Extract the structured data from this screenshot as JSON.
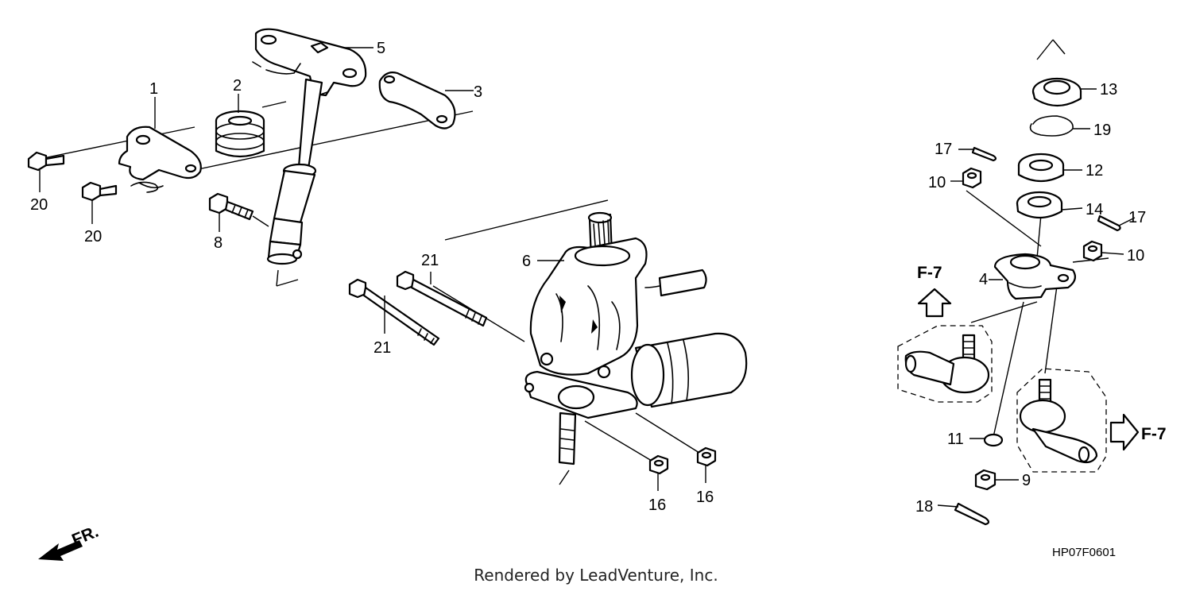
{
  "callouts": {
    "c1": "1",
    "c2": "2",
    "c3": "3",
    "c4": "4",
    "c5": "5",
    "c6": "6",
    "c8": "8",
    "c9": "9",
    "c10a": "10",
    "c10b": "10",
    "c11": "11",
    "c12": "12",
    "c13": "13",
    "c14": "14",
    "c16a": "16",
    "c16b": "16",
    "c17a": "17",
    "c17b": "17",
    "c18": "18",
    "c19": "19",
    "c20a": "20",
    "c20b": "20",
    "c21a": "21",
    "c21b": "21"
  },
  "refs": {
    "upper": "F-7",
    "right": "F-7"
  },
  "front_label": "FR.",
  "diagram_code": "HP07F0601",
  "footer": "Rendered by LeadVenture, Inc."
}
